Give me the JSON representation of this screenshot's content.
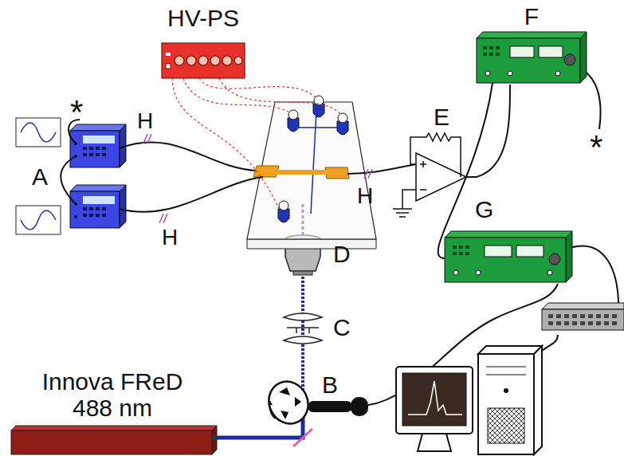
{
  "diagram": {
    "nodes": [
      {
        "text": [
          "HV-PS"
        ]
      },
      {
        "text": [
          "F"
        ]
      },
      {
        "text": [
          "G"
        ]
      },
      {
        "text": [
          "Innova FReD 488 nm"
        ]
      }
    ],
    "edges": [
      {
        "from": 1,
        "to": 2,
        "arrow": "none"
      }
    ],
    "labels": [
      "*",
      "A",
      "H",
      "H",
      "E",
      "*",
      "H",
      "D",
      "C",
      "B"
    ]
  }
}
